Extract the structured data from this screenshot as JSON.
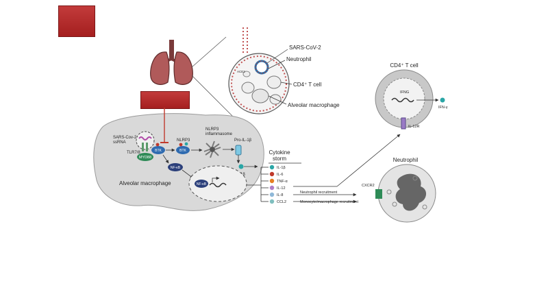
{
  "colors": {
    "red_box": "#b52a2a",
    "cell_fill": "#d9d9d9",
    "btk_blue": "#2f6bb0",
    "myd88_green": "#2e8b57",
    "il1b_teal": "#2aa6a6"
  },
  "inset": {
    "sars": "SARS-CoV-2",
    "neutrophil": "Neutrophil",
    "ace2": "ACE2",
    "cd4": "CD4⁺ T cell",
    "macrophage": "Alveolar macrophage"
  },
  "macrophage": {
    "ssrna": "SARS-Cov-2\nssRNA",
    "tlr": "TLR7/8",
    "myd88": "MYD88",
    "btk": "BTK",
    "btk2": "BTK",
    "nlrp3": "NLRP3",
    "inflammasome": "NLRP3\ninflammasome",
    "pro_il1b": "Pro-IL-1β",
    "il1b": "IL-1β",
    "nfkb": "NF-κB",
    "nfkb_nuc": "NF-κB",
    "label": "Alveolar macrophage"
  },
  "storm": {
    "title": "Cytokine\nstorm",
    "items": [
      "IL-1β",
      "IL-6",
      "TNF-α",
      "IL-12",
      "IL-8",
      "CCL2"
    ],
    "colors": [
      "#2aa6a6",
      "#c0392b",
      "#e67e22",
      "#b07cc6",
      "#8fb8d8",
      "#7fbfbf"
    ],
    "neutrophil_recruit": "Neutrophil recruitment",
    "mono_recruit": "Monocyte/macrophage recruitment"
  },
  "tcell": {
    "title": "CD4⁺ T cell",
    "gene": "IFNG",
    "ifng": "IFN-γ",
    "receptor": "IL-12R"
  },
  "neutrophil": {
    "title": "Neutrophil",
    "receptor": "CXCR2"
  }
}
